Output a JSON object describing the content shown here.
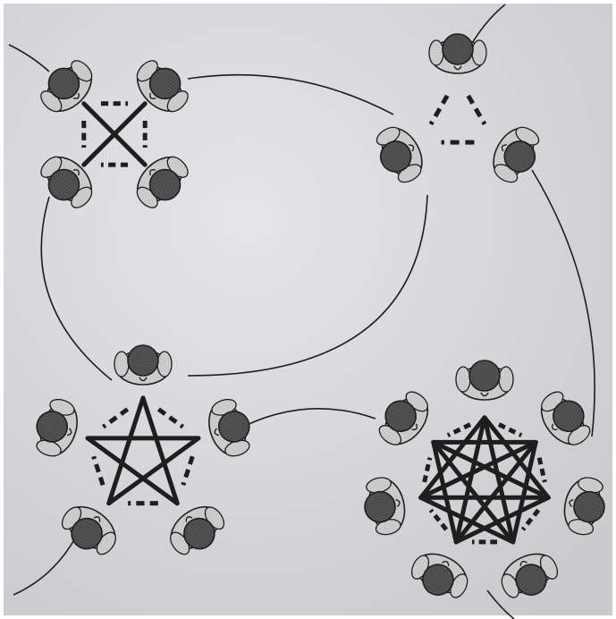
{
  "figure": {
    "paper_color": "#d9dadd",
    "ink_color": "#1e1e1e",
    "head_color": "#4d4d4d",
    "shoulder_color": "#c9c9c9",
    "groups": [
      {
        "id": "group-of-4",
        "people": 4,
        "connections": "all-pairs"
      },
      {
        "id": "group-of-3",
        "people": 3,
        "connections": "all-pairs"
      },
      {
        "id": "group-of-5",
        "people": 5,
        "connections": "all-pairs"
      },
      {
        "id": "group-of-7",
        "people": 7,
        "connections": "all-pairs"
      }
    ]
  }
}
